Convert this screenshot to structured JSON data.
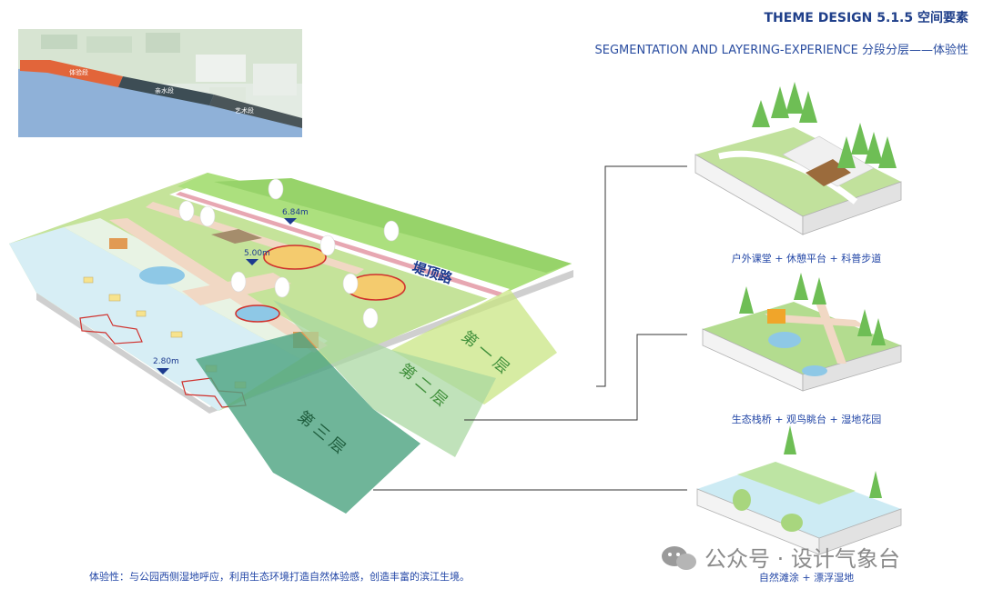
{
  "header": {
    "theme": "THEME DESIGN  5.1.5 空间要素",
    "subtitle": "SEGMENTATION AND LAYERING-EXPERIENCE 分段分层——体验性"
  },
  "keymap": {
    "segments": [
      "体验段",
      "亲水段",
      "艺术段"
    ]
  },
  "main_plan": {
    "road_label": "堤顶路",
    "elevations": [
      "6.84m",
      "5.00m",
      "2.80m"
    ],
    "layers": [
      {
        "label": "第  一  层",
        "color": "#c7e47f"
      },
      {
        "label": "第  二  层",
        "color": "#a8d7a0"
      },
      {
        "label": "第  三  层",
        "color": "#4fa582"
      }
    ]
  },
  "details": [
    {
      "caption": "户外课堂 + 休憩平台 + 科普步道"
    },
    {
      "caption": "生态栈桥 + 观鸟眺台 + 湿地花园"
    },
    {
      "caption": "自然滩涂 + 漂浮湿地"
    }
  ],
  "footer": {
    "note": "体验性：与公园西侧湿地呼应，利用生态环境打造自然体验感，创造丰富的滨江生境。"
  },
  "watermark": {
    "text": "公众号 · 设计气象台"
  },
  "colors": {
    "title_blue": "#1f3f8a",
    "caption_blue": "#2246a6",
    "grass": "#b7dc7a",
    "water": "#cfe9f3",
    "path": "#f1d8c4"
  }
}
